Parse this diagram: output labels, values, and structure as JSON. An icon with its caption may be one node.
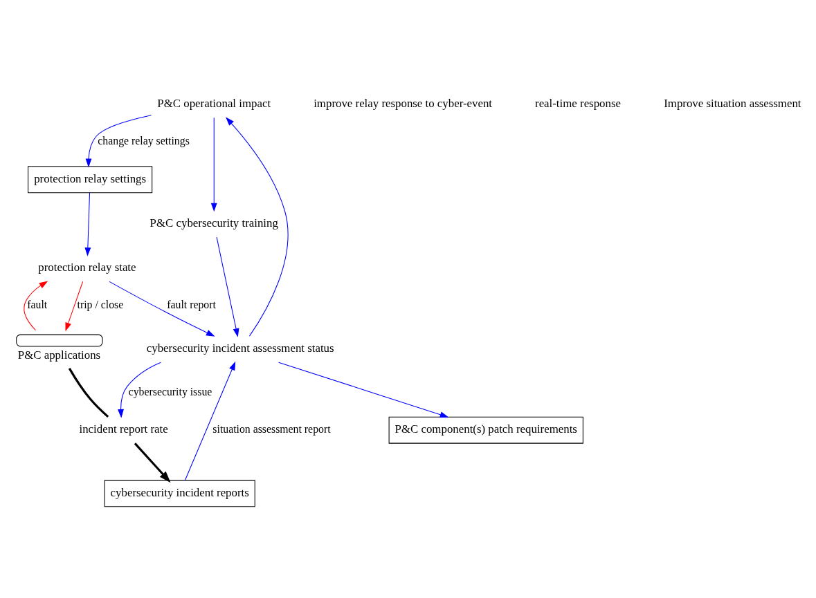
{
  "diagram": {
    "nodes": [
      {
        "text": [
          "P&C operational impact"
        ]
      },
      {
        "text": [
          "P&C cybersecurity training"
        ]
      },
      {
        "text": [
          "P&C component(s) patch requirements"
        ]
      },
      {
        "text": [
          "protection relay settings"
        ]
      },
      {
        "text": [
          "cybersecurity incident assessment status"
        ]
      },
      {
        "text": [
          "protection relay state"
        ]
      },
      {
        "text": [],
        "shape": "cloud",
        "beside": [
          "P&C applications"
        ]
      },
      {
        "text": [
          "incident report rate"
        ]
      },
      {
        "text": [
          "cybersecurity incident reports"
        ]
      }
    ],
    "edges": [
      {
        "from": 0,
        "to": 1,
        "arrow": "to"
      },
      {
        "from": 0,
        "to": 3,
        "arrow": "to",
        "label": "change relay settings"
      },
      {
        "from": 4,
        "to": 0,
        "arrow": "to"
      },
      {
        "from": 1,
        "to": 4,
        "arrow": "to"
      },
      {
        "from": 4,
        "to": 2,
        "arrow": "to"
      },
      {
        "from": 3,
        "to": 5,
        "arrow": "to"
      },
      {
        "from": 5,
        "to": 4,
        "arrow": "to",
        "label": "fault report"
      },
      {
        "from": 4,
        "to": 7,
        "arrow": "to",
        "label": "cybersecurity issue"
      },
      {
        "from": 8,
        "to": 4,
        "arrow": "to",
        "label": "situation assessment report"
      },
      {
        "from": 6,
        "to": 5,
        "arrow": "to",
        "label": "fault",
        "color": "#ff0000"
      },
      {
        "from": 5,
        "to": 6,
        "arrow": "to",
        "label": "trip / close",
        "color": "#ff0000"
      },
      {
        "from": 6,
        "to": 7,
        "arrow": "none",
        "style": "thick",
        "color": "#000000"
      },
      {
        "from": 7,
        "to": 8,
        "arrow": "to",
        "style": "thick",
        "color": "#000000"
      }
    ],
    "labels": [
      "improve relay response to cyber-event",
      "real-time response",
      "Improve situation assessment"
    ]
  }
}
